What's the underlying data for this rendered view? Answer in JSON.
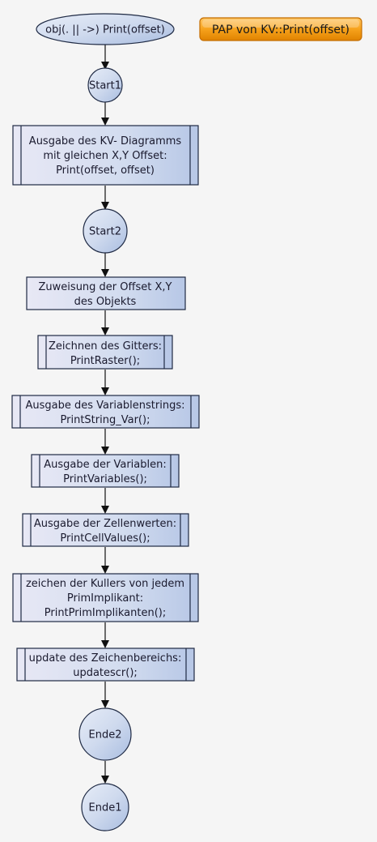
{
  "title_badge": "PAP von KV::Print(offset)",
  "start_terminal": "obj(. || ->) Print(offset)",
  "connectors": {
    "start1": "Start1",
    "start2": "Start2",
    "ende2": "Ende2",
    "ende1": "Ende1"
  },
  "processes": [
    {
      "lines": [
        "Ausgabe des KV- Diagramms",
        "mit gleichen  X,Y Offset:",
        "Print(offset, offset)"
      ]
    },
    {
      "lines": [
        "Zuweisung der Offset X,Y",
        "des Objekts"
      ]
    },
    {
      "lines": [
        "Zeichnen des Gitters:",
        "PrintRaster();"
      ]
    },
    {
      "lines": [
        "Ausgabe des Variablenstrings:",
        "PrintString_Var();"
      ]
    },
    {
      "lines": [
        "Ausgabe der Variablen:",
        "PrintVariables();"
      ]
    },
    {
      "lines": [
        "Ausgabe der Zellenwerten:",
        "PrintCellValues();"
      ]
    },
    {
      "lines": [
        "zeichen der Kullers von jedem",
        "PrimImplikant:",
        "PrintPrimImplikanten();"
      ]
    },
    {
      "lines": [
        "update des Zeichenbereichs:",
        "updatescr();"
      ]
    }
  ],
  "colors": {
    "node_fill": "#c9d6ec",
    "node_fill_dark": "#a9bde0",
    "outline": "#1f2a44",
    "badge_fill": "#f7a21c",
    "badge_border": "#c46d00",
    "arrow": "#111111"
  }
}
